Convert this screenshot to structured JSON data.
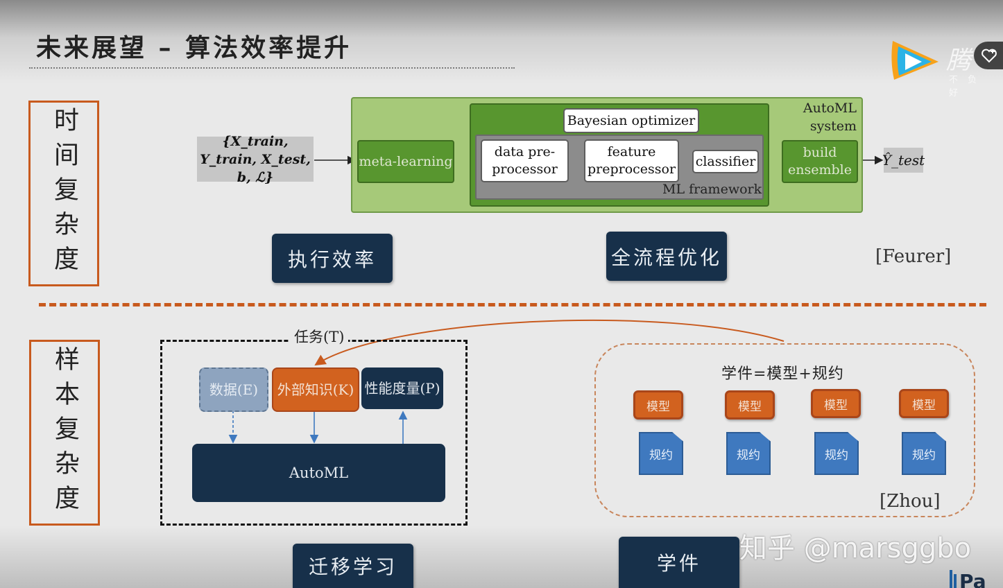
{
  "title": "未来展望 – 算法效率提升",
  "side_labels": {
    "top": "时间复杂度",
    "bottom": "样本复杂度"
  },
  "automl_diagram": {
    "input": "{X_train, Y_train, X_test, b, ℒ}",
    "system_label": "AutoML system",
    "meta_learning": "meta-learning",
    "bayesian_optimizer": "Bayesian optimizer",
    "data_preprocessor": "data pre-processor",
    "feature_preprocessor": "feature preprocessor",
    "classifier": "classifier",
    "ml_framework": "ML framework",
    "build_ensemble": "build ensemble",
    "output": "Ŷ_test"
  },
  "buttons": {
    "exec_efficiency": "执行效率",
    "pipeline_opt": "全流程优化",
    "transfer": "迁移学习",
    "learnware": "学件"
  },
  "refs": {
    "feurer": "[Feurer]",
    "zhou": "[Zhou]"
  },
  "transfer_diagram": {
    "task": "任务(T)",
    "data": "数据(E)",
    "knowledge": "外部知识(K)",
    "performance": "性能度量(P)",
    "automl": "AutoML"
  },
  "learnware": {
    "equation": "学件=模型+规约",
    "model_label": "模型",
    "spec_label": "规约",
    "units": 4
  },
  "overlay": {
    "brand": "腾",
    "brand_sub": "不负好",
    "watermark": "知乎 @marsggbo"
  },
  "colors": {
    "accent_orange": "#c85a1e",
    "navy": "#17304a",
    "light_green": "#a6c979",
    "dark_green": "#58962f",
    "model_orange": "#d2621f",
    "spec_blue": "#3f79bf"
  }
}
